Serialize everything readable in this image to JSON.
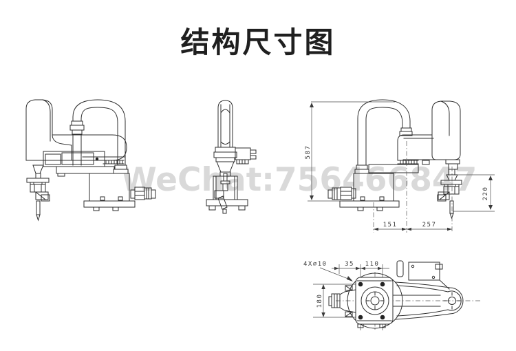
{
  "header": {
    "title": "结构尺寸图"
  },
  "watermark": {
    "text": "WeChat:756466847"
  },
  "drawing": {
    "side_view_dimensions": {
      "overall_height": "587",
      "quill_stroke": "220",
      "base_center_offset": "151",
      "arm_reach": "257"
    },
    "top_view_dimensions": {
      "mounting_holes": "4X∅10",
      "hole_edge_offset": "35",
      "hole_pitch_x": "110",
      "hole_pitch_y": "180"
    }
  }
}
